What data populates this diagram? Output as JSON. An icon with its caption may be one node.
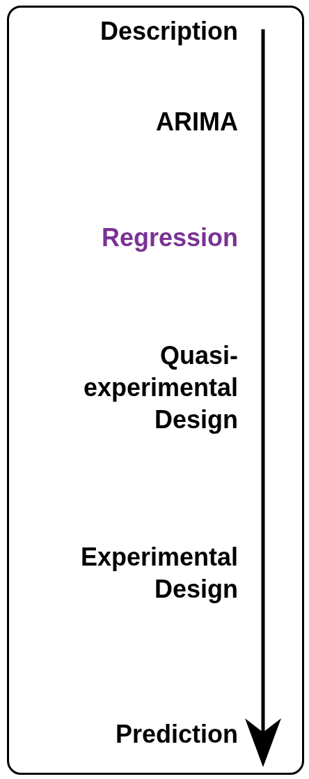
{
  "diagram": {
    "nodes": [
      {
        "text": [
          "Description",
          "ARIMA",
          "Regression",
          "Quasi-experimental Design",
          "Experimental Design",
          "Prediction"
        ]
      }
    ]
  }
}
